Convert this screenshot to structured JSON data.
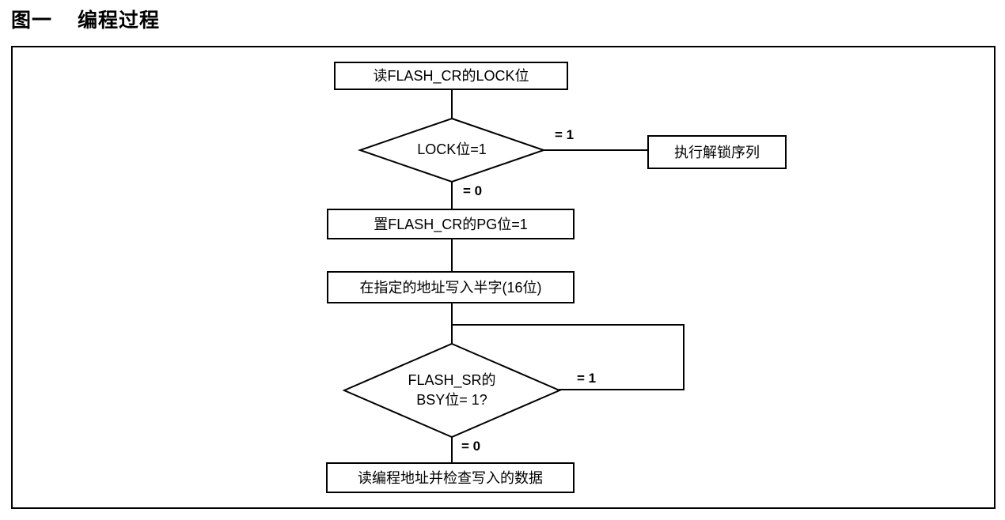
{
  "title": {
    "figure_label": "图一",
    "figure_title": "编程过程"
  },
  "flowchart": {
    "nodes": {
      "read_lock": {
        "label": "读FLASH_CR的LOCK位"
      },
      "lock_decision": {
        "label": "LOCK位=1"
      },
      "unlock_sequence": {
        "label": "执行解锁序列"
      },
      "set_pg": {
        "label": "置FLASH_CR的PG位=1"
      },
      "write_halfword": {
        "label": "在指定的地址写入半字(16位)"
      },
      "bsy_decision": {
        "line1": "FLASH_SR的",
        "line2": "BSY位= 1?"
      },
      "verify_data": {
        "label": "读编程地址并检查写入的数据"
      }
    },
    "edge_labels": {
      "lock_eq1": "= 1",
      "lock_eq0": "= 0",
      "bsy_eq1": "= 1",
      "bsy_eq0": "= 0"
    },
    "colors": {
      "stroke": "#000000",
      "background": "#ffffff",
      "text": "#000000"
    }
  }
}
